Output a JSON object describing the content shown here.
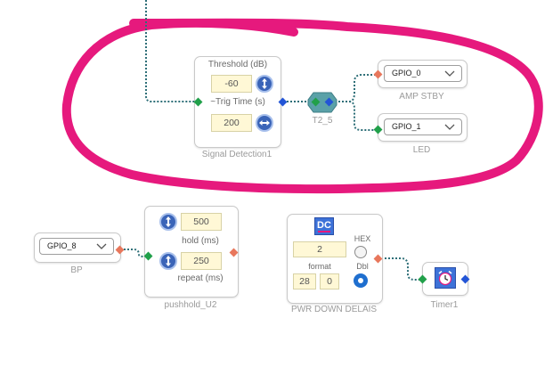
{
  "colors": {
    "highlight": "#e6197d",
    "wire": "#2e6f78",
    "port_green": "#21a04a",
    "port_blue": "#2355d6",
    "port_orange": "#e8775c",
    "value_bg": "#fff8d6",
    "button": "#3a64b8",
    "caption": "#9a9a9a"
  },
  "signal_detection": {
    "threshold_label": "Threshold (dB)",
    "threshold_value": "-60",
    "trig_time_label": "~Trig Time (s)",
    "trig_time_value": "200",
    "caption": "Signal Detection1"
  },
  "splitter": {
    "caption": "T2_5"
  },
  "gpio_outputs": [
    {
      "value": "GPIO_0",
      "caption": "AMP STBY"
    },
    {
      "value": "GPIO_1",
      "caption": "LED"
    }
  ],
  "gpio_input": {
    "value": "GPIO_8",
    "caption": "BP"
  },
  "pushhold": {
    "hold_value": "500",
    "hold_label": "hold (ms)",
    "repeat_value": "250",
    "repeat_label": "repeat (ms)",
    "caption": "pushhold_U2"
  },
  "dc_block": {
    "icon_text": "DC",
    "value": "2",
    "format_label": "format",
    "format_value_a": "28",
    "format_value_b": "0",
    "hex_label": "HEX",
    "dbl_label": "Dbl",
    "caption": "PWR DOWN DELAIS"
  },
  "timer": {
    "caption": "Timer1"
  }
}
